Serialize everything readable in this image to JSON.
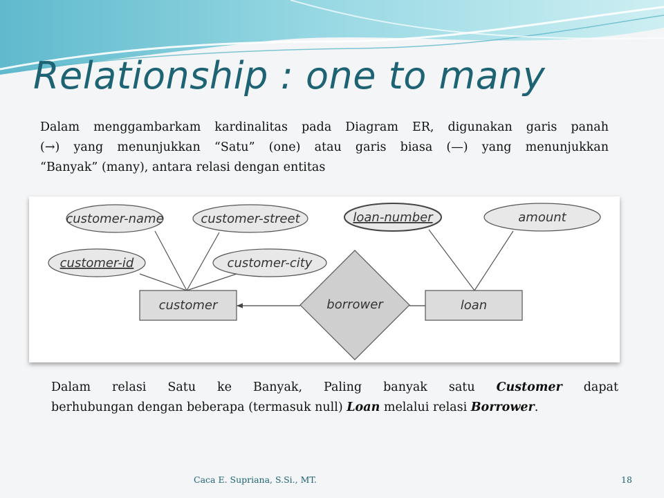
{
  "slide": {
    "title": "Relationship : one to many",
    "intro_lines": [
      "Dalam menggambarkam kardinalitas pada Diagram ER, digunakan garis panah",
      "(→) yang menunjukkan “Satu” (one) atau garis biasa (—) yang menunjukkan",
      "“Banyak” (many), antara relasi dengan entitas"
    ],
    "explain": {
      "line1_a": "Dalam relasi Satu ke Banyak, Paling banyak satu ",
      "line1_bold": "Customer",
      "line1_b": " dapat",
      "line2_a": "berhubungan dengan beberapa (termasuk null) ",
      "line2_bold1": "Loan",
      "line2_b": " melalui relasi ",
      "line2_bold2": "Borrower",
      "line2_c": "."
    },
    "footer_author": "Caca E. Supriana, S.Si., MT.",
    "page_number": "18"
  },
  "er_diagram": {
    "entities": [
      "customer",
      "loan"
    ],
    "relationship": "borrower",
    "attributes": {
      "customer": [
        "customer-name",
        "customer-street",
        "customer-id",
        "customer-city"
      ],
      "loan": [
        "loan-number",
        "amount"
      ]
    },
    "key_attributes": [
      "customer-id",
      "loan-number"
    ],
    "cardinality": {
      "customer": "one (arrow)",
      "loan": "many (line)"
    }
  },
  "colors": {
    "title": "#1d6373",
    "ellipse_fill": "#e8e8e8",
    "box_fill": "#dcdcdc",
    "diamond_fill": "#cfcfcf",
    "stroke": "#555555"
  }
}
